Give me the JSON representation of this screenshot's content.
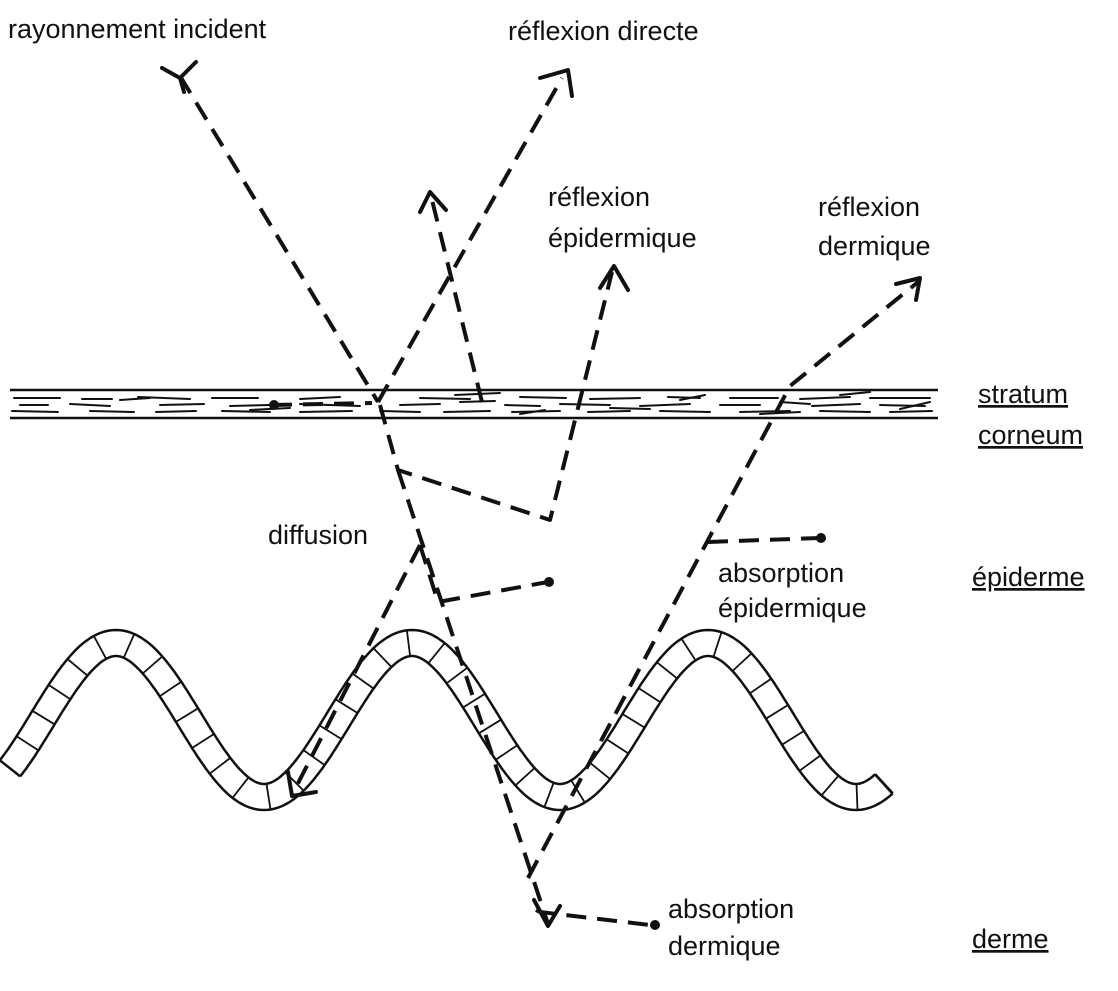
{
  "labels": {
    "incident": "rayonnement  incident",
    "direct_reflection": "réflexion directe",
    "epidermal_reflection_line1": "réflexion",
    "epidermal_reflection_line2": "épidermique",
    "dermal_reflection_line1": "réflexion",
    "dermal_reflection_line2": "dermique",
    "diffusion": "diffusion",
    "epidermal_absorption_line1": "absorption",
    "epidermal_absorption_line2": "épidermique",
    "dermal_absorption_line1": "absorption",
    "dermal_absorption_line2": "dermique"
  },
  "layers": {
    "stratum_line1": "stratum",
    "stratum_line2": "corneum",
    "epidermis": "épiderme",
    "dermis": "derme"
  },
  "colors": {
    "ink": "#111111",
    "background": "#ffffff"
  }
}
